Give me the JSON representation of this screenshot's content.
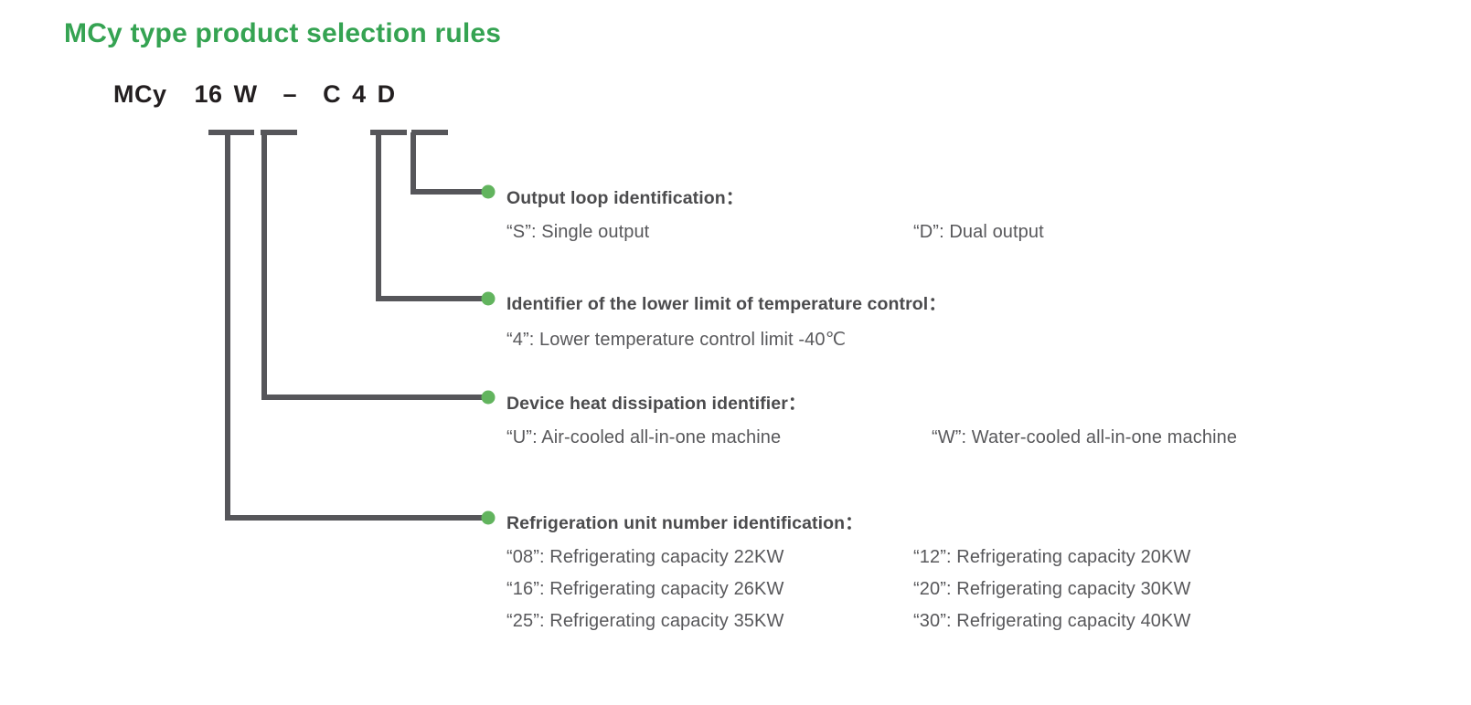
{
  "page": {
    "title": "MCy type product selection rules",
    "title_color": "#35a352",
    "accent_dot_color": "#62b45e",
    "line_color": "#56565a",
    "heading_color": "#4b4b4d",
    "body_color": "#58585b"
  },
  "product_code": {
    "full": "MCy 16 W – C 4 D",
    "segments": {
      "prefix": "MCy",
      "unit_number": "16",
      "heat_dissipation": "W",
      "dash": "–",
      "series": "C",
      "temp_limit": "4",
      "output_loop": "D"
    }
  },
  "callouts": [
    {
      "id": "output-loop",
      "title": "Output loop identification：",
      "rows": [
        [
          "“S”: Single output",
          "“D”: Dual output"
        ]
      ]
    },
    {
      "id": "temperature-lower-limit",
      "title": "Identifier of the lower limit of temperature control：",
      "rows": [
        [
          "“4”: Lower temperature control limit  -40℃",
          ""
        ]
      ]
    },
    {
      "id": "heat-dissipation",
      "title": "Device heat dissipation identifier：",
      "rows": [
        [
          "“U”: Air-cooled all-in-one machine",
          "“W”: Water-cooled all-in-one machine"
        ]
      ]
    },
    {
      "id": "refrigeration-unit-number",
      "title": "Refrigeration unit number identification：",
      "rows": [
        [
          "“08”: Refrigerating capacity 22KW",
          "“12”: Refrigerating capacity 20KW"
        ],
        [
          "“16”: Refrigerating capacity 26KW",
          "“20”: Refrigerating capacity 30KW"
        ],
        [
          "“25”: Refrigerating capacity 35KW",
          "“30”: Refrigerating capacity 40KW"
        ]
      ]
    }
  ]
}
